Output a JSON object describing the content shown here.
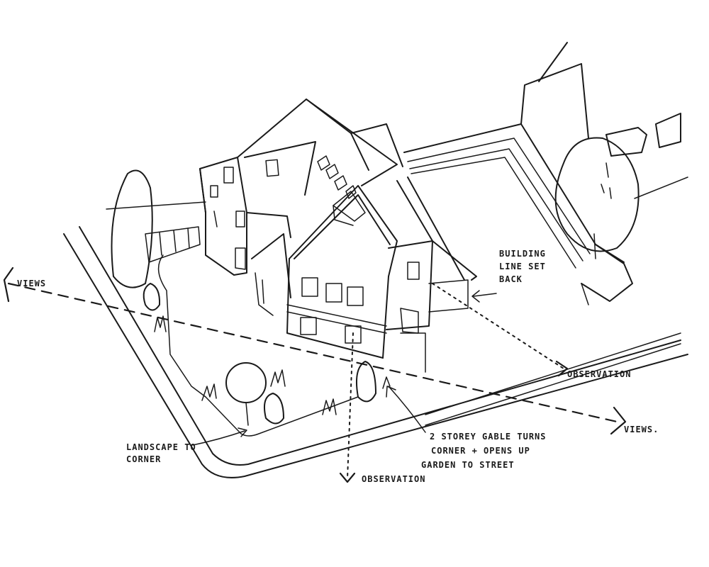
{
  "annotations": {
    "views_left": "VIEWS",
    "views_right": "VIEWS.",
    "building_line_1": "BUILDING",
    "building_line_2": "LINE SET",
    "building_line_3": "BACK",
    "observation_right": "OBSERVATION",
    "observation_bottom": "OBSERVATION",
    "landscape_1": "LANDSCAPE TO",
    "landscape_2": "CORNER",
    "gable_1": "2 STOREY GABLE TURNS",
    "gable_2": "CORNER + OPENS UP",
    "gable_3": "GARDEN TO STREET"
  }
}
